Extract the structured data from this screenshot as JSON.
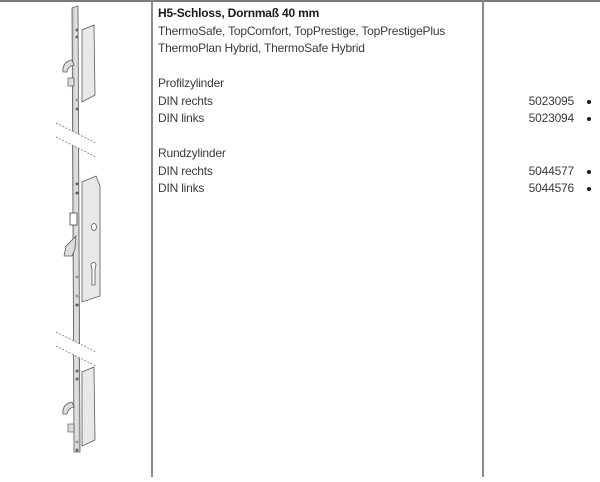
{
  "product": {
    "title": "H5-Schloss, Dornmaß 40 mm",
    "models_line1": "ThermoSafe, TopComfort, TopPrestige, TopPrestigePlus",
    "models_line2": "ThermoPlan Hybrid, ThermoSafe Hybrid"
  },
  "groups": [
    {
      "name": "Profilzylinder",
      "items": [
        {
          "label": "DIN rechts",
          "article": "5023095",
          "marker": "•"
        },
        {
          "label": "DIN links",
          "article": "5023094",
          "marker": "•"
        }
      ]
    },
    {
      "name": "Rundzylinder",
      "items": [
        {
          "label": "DIN rechts",
          "article": "5044577",
          "marker": "•"
        },
        {
          "label": "DIN links",
          "article": "5044576",
          "marker": "•"
        }
      ]
    }
  ],
  "illustration": {
    "icon": "multipoint-lock-rail-illustration",
    "colors": {
      "rail": "#d4d4d4",
      "rail_edge": "#5a5a5a",
      "housing": "#e6e6e6"
    }
  }
}
